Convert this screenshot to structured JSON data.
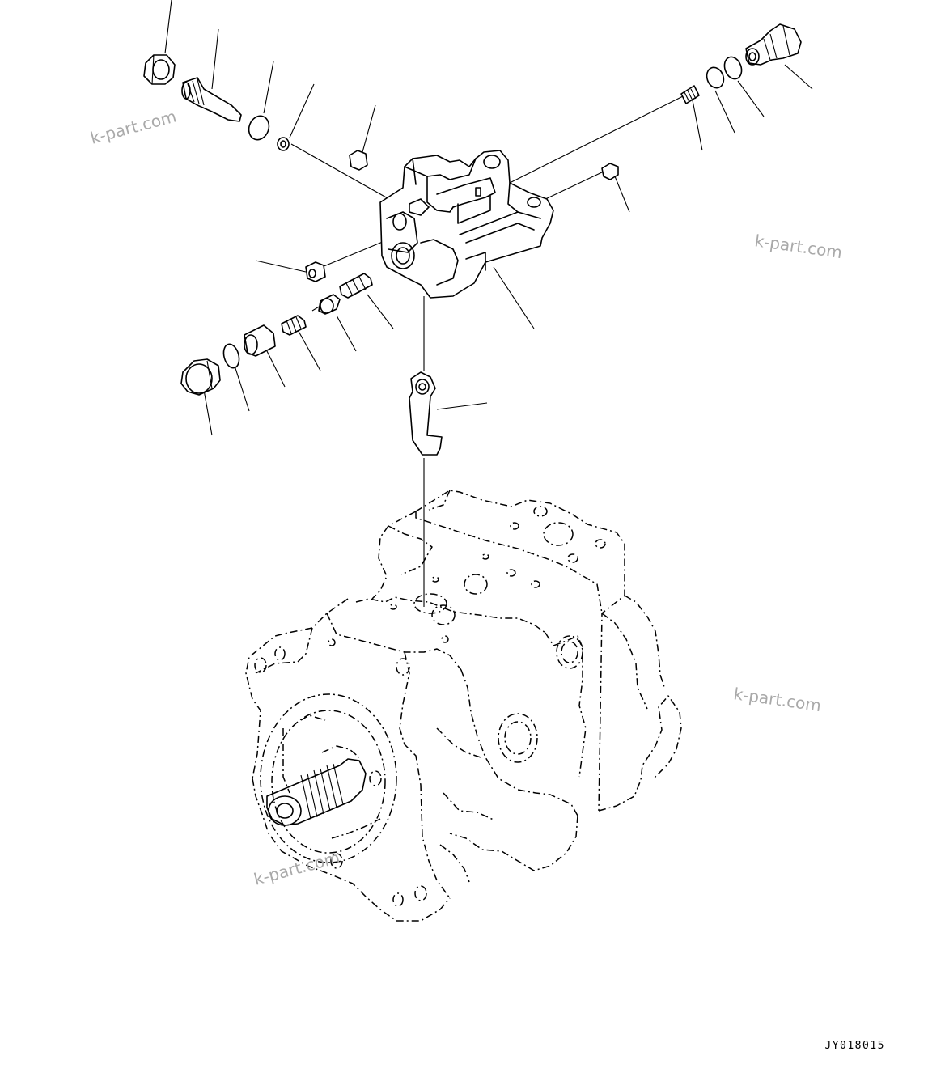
{
  "watermarks": [
    "k-part.com",
    "k-part.com",
    "k-part.com",
    "k-part.com"
  ],
  "drawing_number": "JY018015"
}
